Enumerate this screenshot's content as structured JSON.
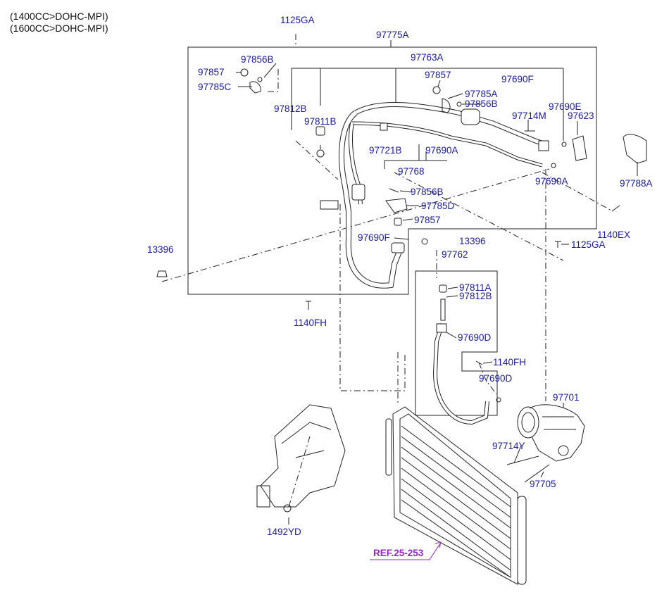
{
  "header": {
    "line1": "(1400CC>DOHC-MPI)",
    "line2": "(1600CC>DOHC-MPI)"
  },
  "labels": {
    "p1125GA_top": "1125GA",
    "p97775A": "97775A",
    "p97856B_a": "97856B",
    "p97857_a": "97857",
    "p97785C": "97785C",
    "p97763A": "97763A",
    "p97857_b": "97857",
    "p97690F": "97690F",
    "p97785A": "97785A",
    "p97856B_b": "97856B",
    "p97812B_a": "97812B",
    "p97811B": "97811B",
    "p97690E": "97690E",
    "p97714M": "97714M",
    "p97623": "97623",
    "p97721B": "97721B",
    "p97690A_a": "97690A",
    "p97768": "97768",
    "p97690A_b": "97690A",
    "p97788A": "97788A",
    "p97856B_c": "97856B",
    "p97785D": "97785D",
    "p97857_c": "97857",
    "p1140EX": "1140EX",
    "p13396_left": "13396",
    "p97690F_b": "97690F",
    "p13396_mid": "13396",
    "p1125GA_right": "1125GA",
    "p97762": "97762",
    "p97811A": "97811A",
    "p97812B_b": "97812B",
    "p1140FH_a": "1140FH",
    "p97690D_a": "97690D",
    "p1140FH_b": "1140FH",
    "p97690D_b": "97690D",
    "p97701": "97701",
    "p97714Y": "97714Y",
    "p97705": "97705",
    "p1492YD": "1492YD",
    "ref": "REF.25-253"
  },
  "colors": {
    "label": "#1a1aa8",
    "ref": "#9b1fd0",
    "line": "#222222"
  }
}
